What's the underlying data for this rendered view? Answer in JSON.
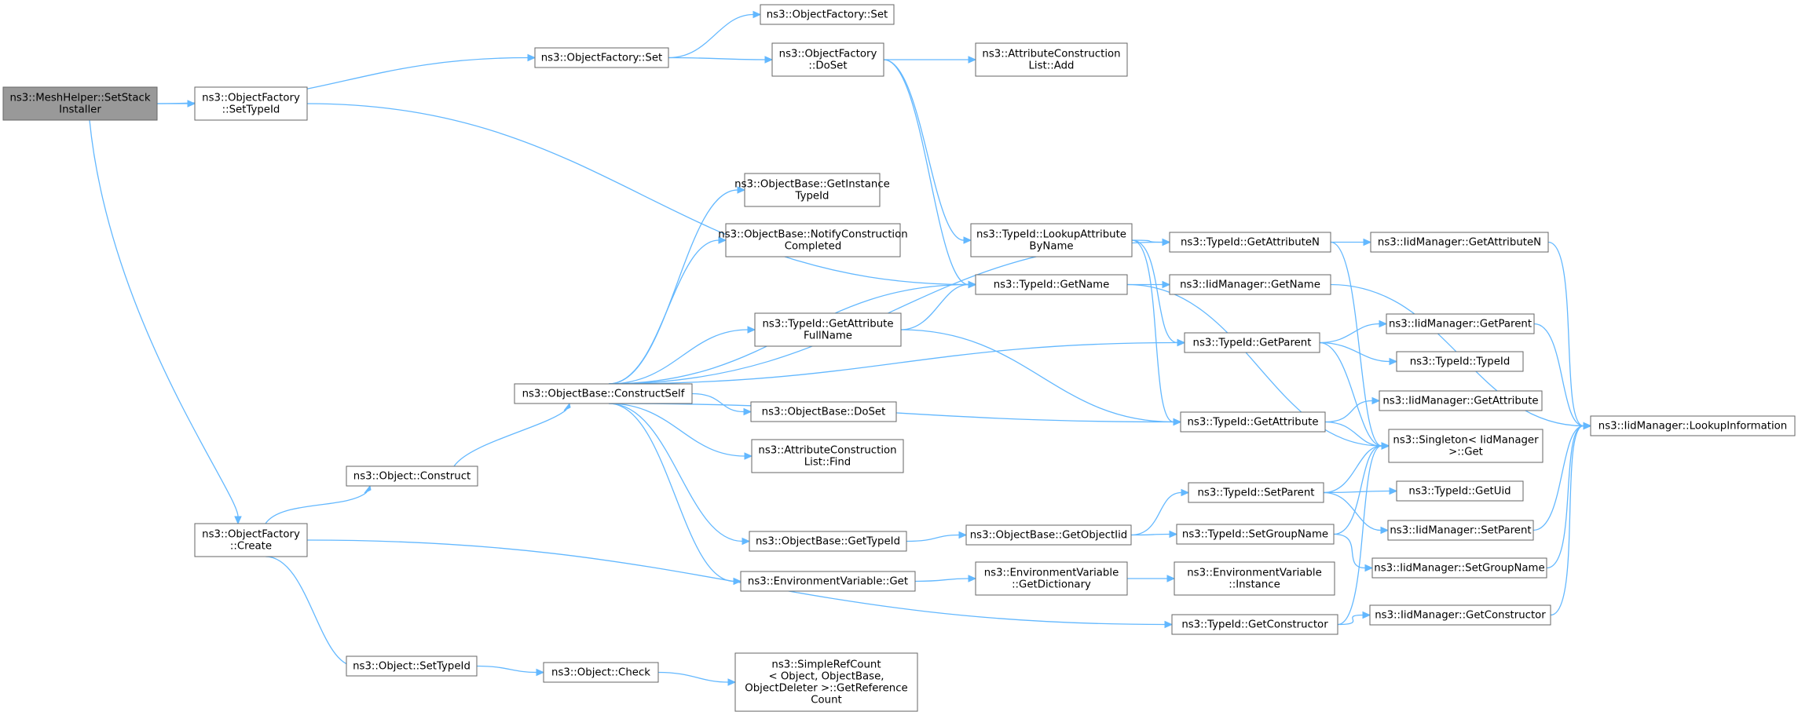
{
  "diagram": {
    "type": "call-graph",
    "edge_color": "#63b8ff",
    "root_fill": "#999999",
    "nodes": [
      {
        "id": "root",
        "lines": [
          "ns3::MeshHelper::SetStack",
          "Installer"
        ],
        "root": true
      },
      {
        "id": "of_set_a",
        "lines": [
          "ns3::ObjectFactory::Set"
        ]
      },
      {
        "id": "of_settypeid",
        "lines": [
          "ns3::ObjectFactory",
          "::SetTypeId"
        ]
      },
      {
        "id": "of_create",
        "lines": [
          "ns3::ObjectFactory",
          "::Create"
        ]
      },
      {
        "id": "of_set_b",
        "lines": [
          "ns3::ObjectFactory::Set"
        ]
      },
      {
        "id": "of_doset",
        "lines": [
          "ns3::ObjectFactory",
          "::DoSet"
        ]
      },
      {
        "id": "acl_add",
        "lines": [
          "ns3::AttributeConstruction",
          "List::Add"
        ]
      },
      {
        "id": "tid_lookup",
        "lines": [
          "ns3::TypeId::LookupAttribute",
          "ByName"
        ]
      },
      {
        "id": "tid_getname",
        "lines": [
          "ns3::TypeId::GetName"
        ]
      },
      {
        "id": "tid_getattrn",
        "lines": [
          "ns3::TypeId::GetAttributeN"
        ]
      },
      {
        "id": "iid_getattrn",
        "lines": [
          "ns3::IidManager::GetAttributeN"
        ]
      },
      {
        "id": "iid_getname",
        "lines": [
          "ns3::IidManager::GetName"
        ]
      },
      {
        "id": "iid_lookupinfo",
        "lines": [
          "ns3::IidManager::LookupInformation"
        ]
      },
      {
        "id": "tid_getparent",
        "lines": [
          "ns3::TypeId::GetParent"
        ]
      },
      {
        "id": "iid_getparent",
        "lines": [
          "ns3::IidManager::GetParent"
        ]
      },
      {
        "id": "tid_typeid",
        "lines": [
          "ns3::TypeId::TypeId"
        ]
      },
      {
        "id": "tid_getattribute",
        "lines": [
          "ns3::TypeId::GetAttribute"
        ]
      },
      {
        "id": "iid_getattribute",
        "lines": [
          "ns3::IidManager::GetAttribute"
        ]
      },
      {
        "id": "singleton_get",
        "lines": [
          "ns3::Singleton< IidManager",
          " >::Get"
        ]
      },
      {
        "id": "tid_setparent",
        "lines": [
          "ns3::TypeId::SetParent"
        ]
      },
      {
        "id": "tid_getuid",
        "lines": [
          "ns3::TypeId::GetUid"
        ]
      },
      {
        "id": "iid_setparent",
        "lines": [
          "ns3::IidManager::SetParent"
        ]
      },
      {
        "id": "tid_setgroupname",
        "lines": [
          "ns3::TypeId::SetGroupName"
        ]
      },
      {
        "id": "iid_setgroupname",
        "lines": [
          "ns3::IidManager::SetGroupName"
        ]
      },
      {
        "id": "tid_getconstructor",
        "lines": [
          "ns3::TypeId::GetConstructor"
        ]
      },
      {
        "id": "iid_getconstructor",
        "lines": [
          "ns3::IidManager::GetConstructor"
        ]
      },
      {
        "id": "ob_getinstancetypeid",
        "lines": [
          "ns3::ObjectBase::GetInstance",
          "TypeId"
        ]
      },
      {
        "id": "ob_notify",
        "lines": [
          "ns3::ObjectBase::NotifyConstruction",
          "Completed"
        ]
      },
      {
        "id": "tid_getattrfullname",
        "lines": [
          "ns3::TypeId::GetAttribute",
          "FullName"
        ]
      },
      {
        "id": "ob_constructself",
        "lines": [
          "ns3::ObjectBase::ConstructSelf"
        ]
      },
      {
        "id": "ob_doset",
        "lines": [
          "ns3::ObjectBase::DoSet"
        ]
      },
      {
        "id": "acl_find",
        "lines": [
          "ns3::AttributeConstruction",
          "List::Find"
        ]
      },
      {
        "id": "obj_construct",
        "lines": [
          "ns3::Object::Construct"
        ]
      },
      {
        "id": "ob_gettypeid",
        "lines": [
          "ns3::ObjectBase::GetTypeId"
        ]
      },
      {
        "id": "ob_getobjectiid",
        "lines": [
          "ns3::ObjectBase::GetObjectIid"
        ]
      },
      {
        "id": "env_get",
        "lines": [
          "ns3::EnvironmentVariable::Get"
        ]
      },
      {
        "id": "env_getdict",
        "lines": [
          "ns3::EnvironmentVariable",
          "::GetDictionary"
        ]
      },
      {
        "id": "env_instance",
        "lines": [
          "ns3::EnvironmentVariable",
          "::Instance"
        ]
      },
      {
        "id": "obj_settypeid",
        "lines": [
          "ns3::Object::SetTypeId"
        ]
      },
      {
        "id": "obj_check",
        "lines": [
          "ns3::Object::Check"
        ]
      },
      {
        "id": "src_getref",
        "lines": [
          "ns3::SimpleRefCount",
          "< Object, ObjectBase,",
          " ObjectDeleter >::GetReference",
          "Count"
        ]
      }
    ],
    "edges": [
      [
        "root",
        "of_set_a"
      ],
      [
        "root",
        "of_settypeid"
      ],
      [
        "root",
        "of_create"
      ],
      [
        "of_set_a",
        "of_set_b"
      ],
      [
        "of_set_a",
        "of_doset"
      ],
      [
        "of_settypeid",
        "tid_getname"
      ],
      [
        "of_doset",
        "acl_add"
      ],
      [
        "of_doset",
        "tid_lookup"
      ],
      [
        "of_doset",
        "tid_getname"
      ],
      [
        "tid_lookup",
        "tid_getattrn"
      ],
      [
        "tid_lookup",
        "tid_getparent"
      ],
      [
        "tid_lookup",
        "tid_getattribute"
      ],
      [
        "tid_getattrn",
        "iid_getattrn"
      ],
      [
        "tid_getattrn",
        "singleton_get"
      ],
      [
        "iid_getattrn",
        "iid_lookupinfo"
      ],
      [
        "tid_getname",
        "iid_getname"
      ],
      [
        "tid_getname",
        "singleton_get"
      ],
      [
        "iid_getname",
        "iid_lookupinfo"
      ],
      [
        "tid_getparent",
        "iid_getparent"
      ],
      [
        "tid_getparent",
        "tid_typeid"
      ],
      [
        "tid_getparent",
        "singleton_get"
      ],
      [
        "iid_getparent",
        "iid_lookupinfo"
      ],
      [
        "tid_getattribute",
        "iid_getattribute"
      ],
      [
        "tid_getattribute",
        "singleton_get"
      ],
      [
        "tid_setparent",
        "tid_getuid"
      ],
      [
        "tid_setparent",
        "iid_setparent"
      ],
      [
        "tid_setparent",
        "singleton_get"
      ],
      [
        "iid_setparent",
        "iid_lookupinfo"
      ],
      [
        "tid_setgroupname",
        "iid_setgroupname"
      ],
      [
        "tid_setgroupname",
        "singleton_get"
      ],
      [
        "iid_setgroupname",
        "iid_lookupinfo"
      ],
      [
        "tid_getconstructor",
        "iid_getconstructor"
      ],
      [
        "tid_getconstructor",
        "singleton_get"
      ],
      [
        "iid_getconstructor",
        "iid_lookupinfo"
      ],
      [
        "of_create",
        "obj_construct"
      ],
      [
        "of_create",
        "tid_getconstructor"
      ],
      [
        "of_create",
        "obj_settypeid"
      ],
      [
        "obj_construct",
        "ob_constructself"
      ],
      [
        "ob_constructself",
        "ob_getinstancetypeid"
      ],
      [
        "ob_constructself",
        "ob_notify"
      ],
      [
        "ob_constructself",
        "tid_getname"
      ],
      [
        "ob_constructself",
        "tid_getattrfullname"
      ],
      [
        "ob_constructself",
        "tid_getattrn"
      ],
      [
        "ob_constructself",
        "tid_getparent"
      ],
      [
        "ob_constructself",
        "ob_doset"
      ],
      [
        "ob_constructself",
        "acl_find"
      ],
      [
        "ob_constructself",
        "tid_getattribute"
      ],
      [
        "ob_constructself",
        "ob_gettypeid"
      ],
      [
        "ob_constructself",
        "env_get"
      ],
      [
        "tid_getattrfullname",
        "tid_getname"
      ],
      [
        "tid_getattrfullname",
        "tid_getattribute"
      ],
      [
        "ob_gettypeid",
        "ob_getobjectiid"
      ],
      [
        "ob_getobjectiid",
        "tid_setparent"
      ],
      [
        "ob_getobjectiid",
        "tid_setgroupname"
      ],
      [
        "env_get",
        "env_getdict"
      ],
      [
        "env_getdict",
        "env_instance"
      ],
      [
        "obj_settypeid",
        "obj_check"
      ],
      [
        "obj_check",
        "src_getref"
      ]
    ]
  }
}
